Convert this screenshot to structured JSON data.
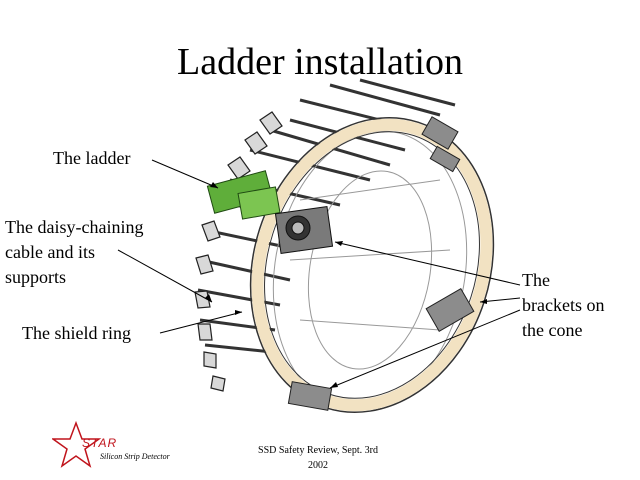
{
  "slide": {
    "title": "Ladder installation",
    "labels": {
      "ladder": "The ladder",
      "daisy_line1": "The daisy-chaining",
      "daisy_line2": "cable and its",
      "daisy_line3": "supports",
      "shield": "The shield ring",
      "brackets_line1": "The",
      "brackets_line2": "brackets on",
      "brackets_line3": "the cone"
    },
    "footer": {
      "line1": "SSD Safety Review, Sept. 3rd",
      "line2": "2002"
    },
    "logo": {
      "name": "STAR",
      "subtitle": "Silicon Strip Detector",
      "color": "#c0141c"
    },
    "colors": {
      "ring": "#f2e2c2",
      "ladder_green": "#5fae3a",
      "bracket": "#8c8c8c"
    }
  }
}
